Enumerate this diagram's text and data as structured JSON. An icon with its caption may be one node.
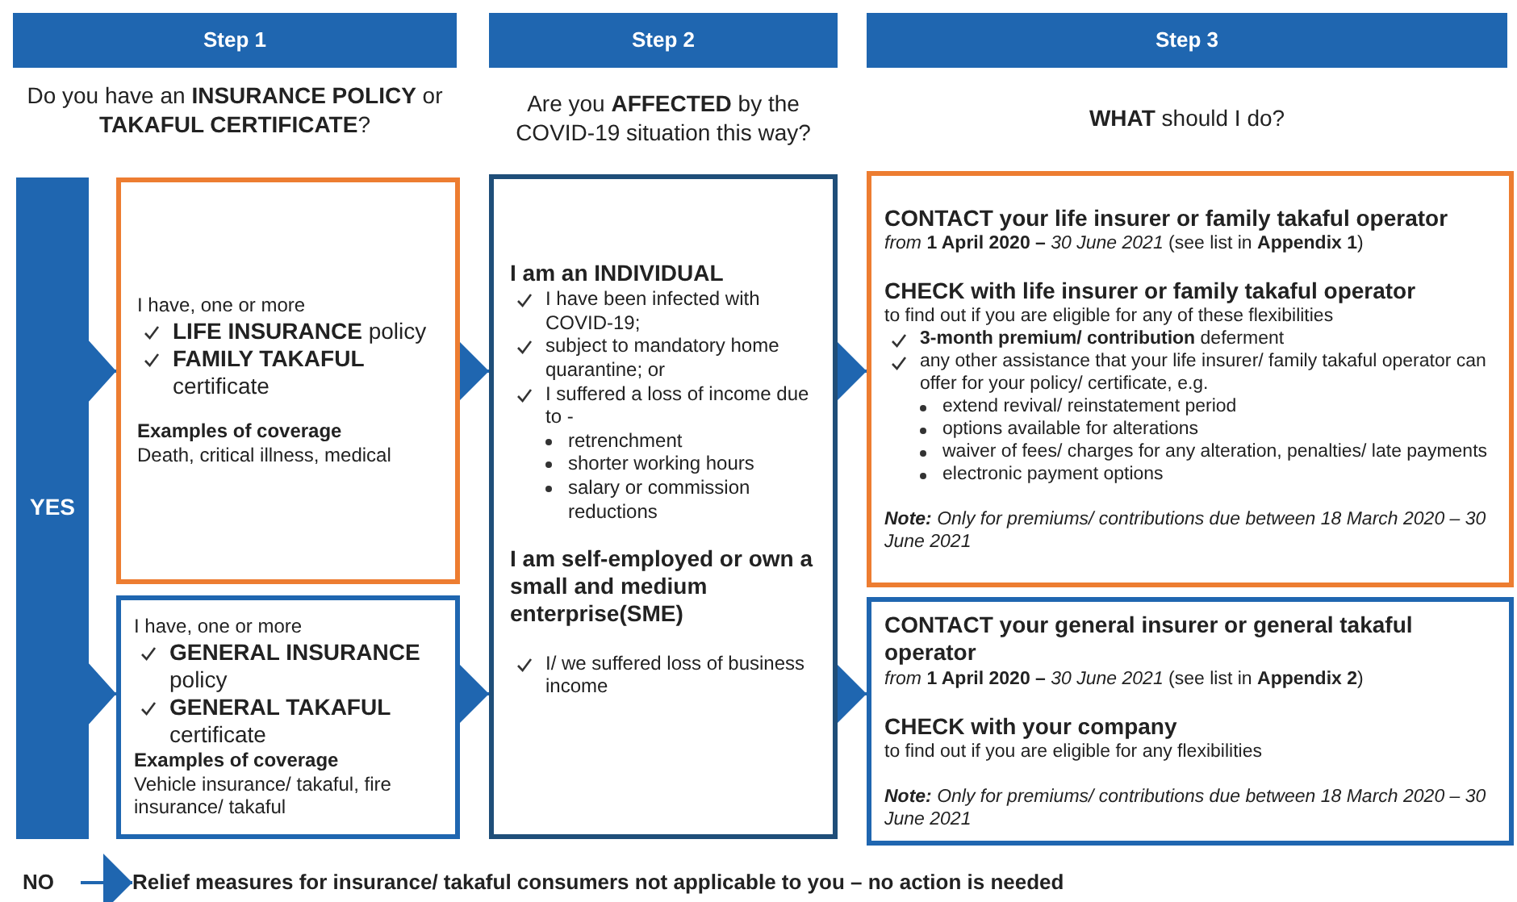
{
  "diagram": {
    "nodes": [
      {
        "text": [
          "Step 1"
        ]
      },
      {
        "text": [
          "Step 2"
        ]
      },
      {
        "text": [
          "Step 3"
        ]
      },
      {
        "text": [
          "YES"
        ]
      },
      {
        "text": [
          "I have, one or more",
          "**LIFE INSURANCE** policy",
          "**FAMILY TAKAFUL** certificate",
          "Examples of coverage",
          "Death, critical illness, medical"
        ]
      },
      {
        "text": [
          "I have, one or more",
          "**GENERAL INSURANCE** policy",
          "**GENERAL TAKAFUL** certificate",
          "Examples of coverage",
          "Vehicle insurance/ takaful, fire insurance/ takaful"
        ]
      },
      {
        "text": [
          "I am an **INDIVIDUAL**",
          "I have been infected with COVID-19;",
          "subject to mandatory home quarantine; or",
          "I suffered a loss of income due to -",
          "retrenchment",
          "shorter working hours",
          "salary or commission reductions",
          "I am **self-employed** or own a **small and medium enterprise(SME)**",
          "I/ we suffered loss of business income"
        ]
      },
      {
        "text": [
          "CONTACT your life insurer or family takaful operator",
          "*from* **1 April 2020 –** *30 June 2021* (see list in **Appendix 1**)",
          "CHECK with life insurer or family takaful operator",
          "to find out if you are eligible for any of these flexibilities",
          "**3-month premium/ contribution** deferment",
          "any other assistance that your life insurer/ family takaful operator can offer for your policy/ certificate, e.g.",
          "extend revival/ reinstatement period",
          "options available for alterations",
          "waiver of fees/ charges for any alteration, penalties/ late payments",
          "electronic payment options",
          "**Note:** Only for premiums/ contributions due between 18 March 2020 – 30 June 2021"
        ]
      },
      {
        "text": [
          "CONTACT your general insurer or general takaful operator",
          "*from* **1 April 2020 –** *30 June 2021* (see list in **Appendix 2**)",
          "CHECK with your company",
          "to find out if you are eligible for any flexibilities",
          "**Note:** Only for premiums/ contributions due between 18 March 2020 – 30 June 2021"
        ]
      },
      {
        "text": [
          "NO"
        ]
      },
      {
        "text": [
          "Relief measures for insurance/ takaful consumers not applicable to you – no action is needed"
        ]
      }
    ],
    "edges": [
      {
        "from": 3,
        "to": 4,
        "arrow": "to"
      },
      {
        "from": 3,
        "to": 5,
        "arrow": "to"
      },
      {
        "from": 4,
        "to": 6,
        "arrow": "to"
      },
      {
        "from": 5,
        "to": 6,
        "arrow": "to"
      },
      {
        "from": 6,
        "to": 7,
        "arrow": "to"
      },
      {
        "from": 6,
        "to": 8,
        "arrow": "to"
      },
      {
        "from": 9,
        "to": 10,
        "arrow": "to"
      }
    ],
    "labels": [
      "Do you have an **INSURANCE POLICY** or **TAKAFUL CERTIFICATE**?",
      "Are you **AFFECTED** by the COVID-19 situation this way?",
      "**WHAT** should I do?"
    ]
  }
}
